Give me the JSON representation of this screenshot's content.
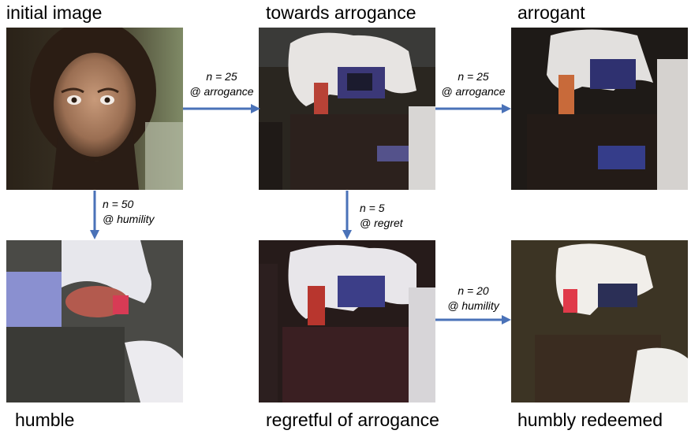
{
  "panels": {
    "initial": {
      "title": "initial image"
    },
    "towards": {
      "title": "towards arrogance"
    },
    "arrogant": {
      "title": "arrogant"
    },
    "humble": {
      "title": "humble"
    },
    "regretful": {
      "title": "regretful of arrogance"
    },
    "redeemed": {
      "title": "humbly redeemed"
    }
  },
  "arrows": {
    "initial_to_towards": {
      "n": "n = 25",
      "target": "@ arrogance"
    },
    "towards_to_arrogant": {
      "n": "n = 25",
      "target": "@ arrogance"
    },
    "initial_to_humble": {
      "n": "n = 50",
      "target": "@ humility"
    },
    "towards_to_regretful": {
      "n": "n = 5",
      "target": "@ regret"
    },
    "regretful_to_redeemed": {
      "n": "n = 20",
      "target": "@ humility"
    }
  },
  "colors": {
    "arrow": "#4a72b8"
  }
}
